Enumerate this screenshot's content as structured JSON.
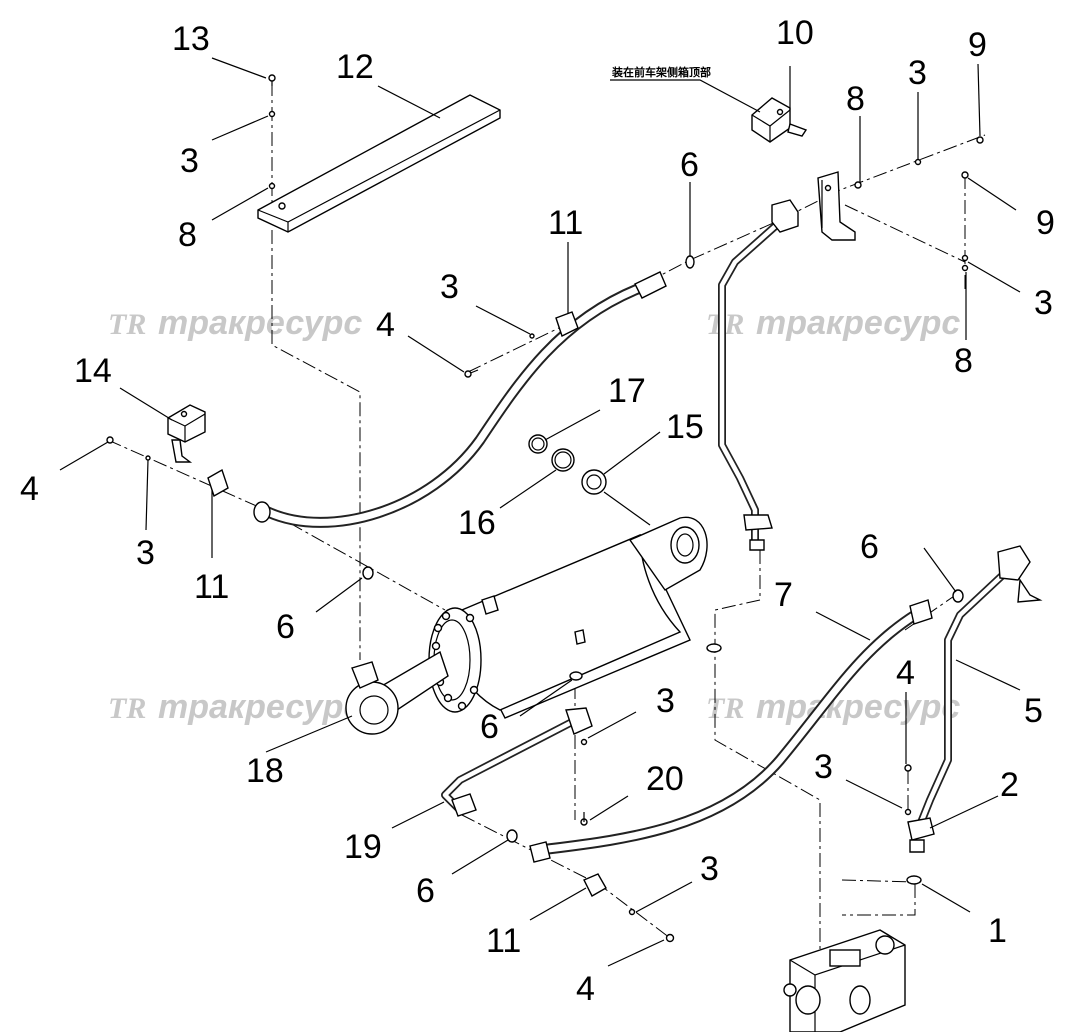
{
  "diagram": {
    "callouts": [
      "1",
      "2",
      "3",
      "4",
      "5",
      "6",
      "7",
      "8",
      "9",
      "10",
      "11",
      "12",
      "13",
      "14",
      "15",
      "16",
      "17",
      "18",
      "19",
      "20"
    ],
    "note": "装在前车架侧箱顶部",
    "watermark": {
      "logo": "TR",
      "text": "тракресурс"
    }
  }
}
